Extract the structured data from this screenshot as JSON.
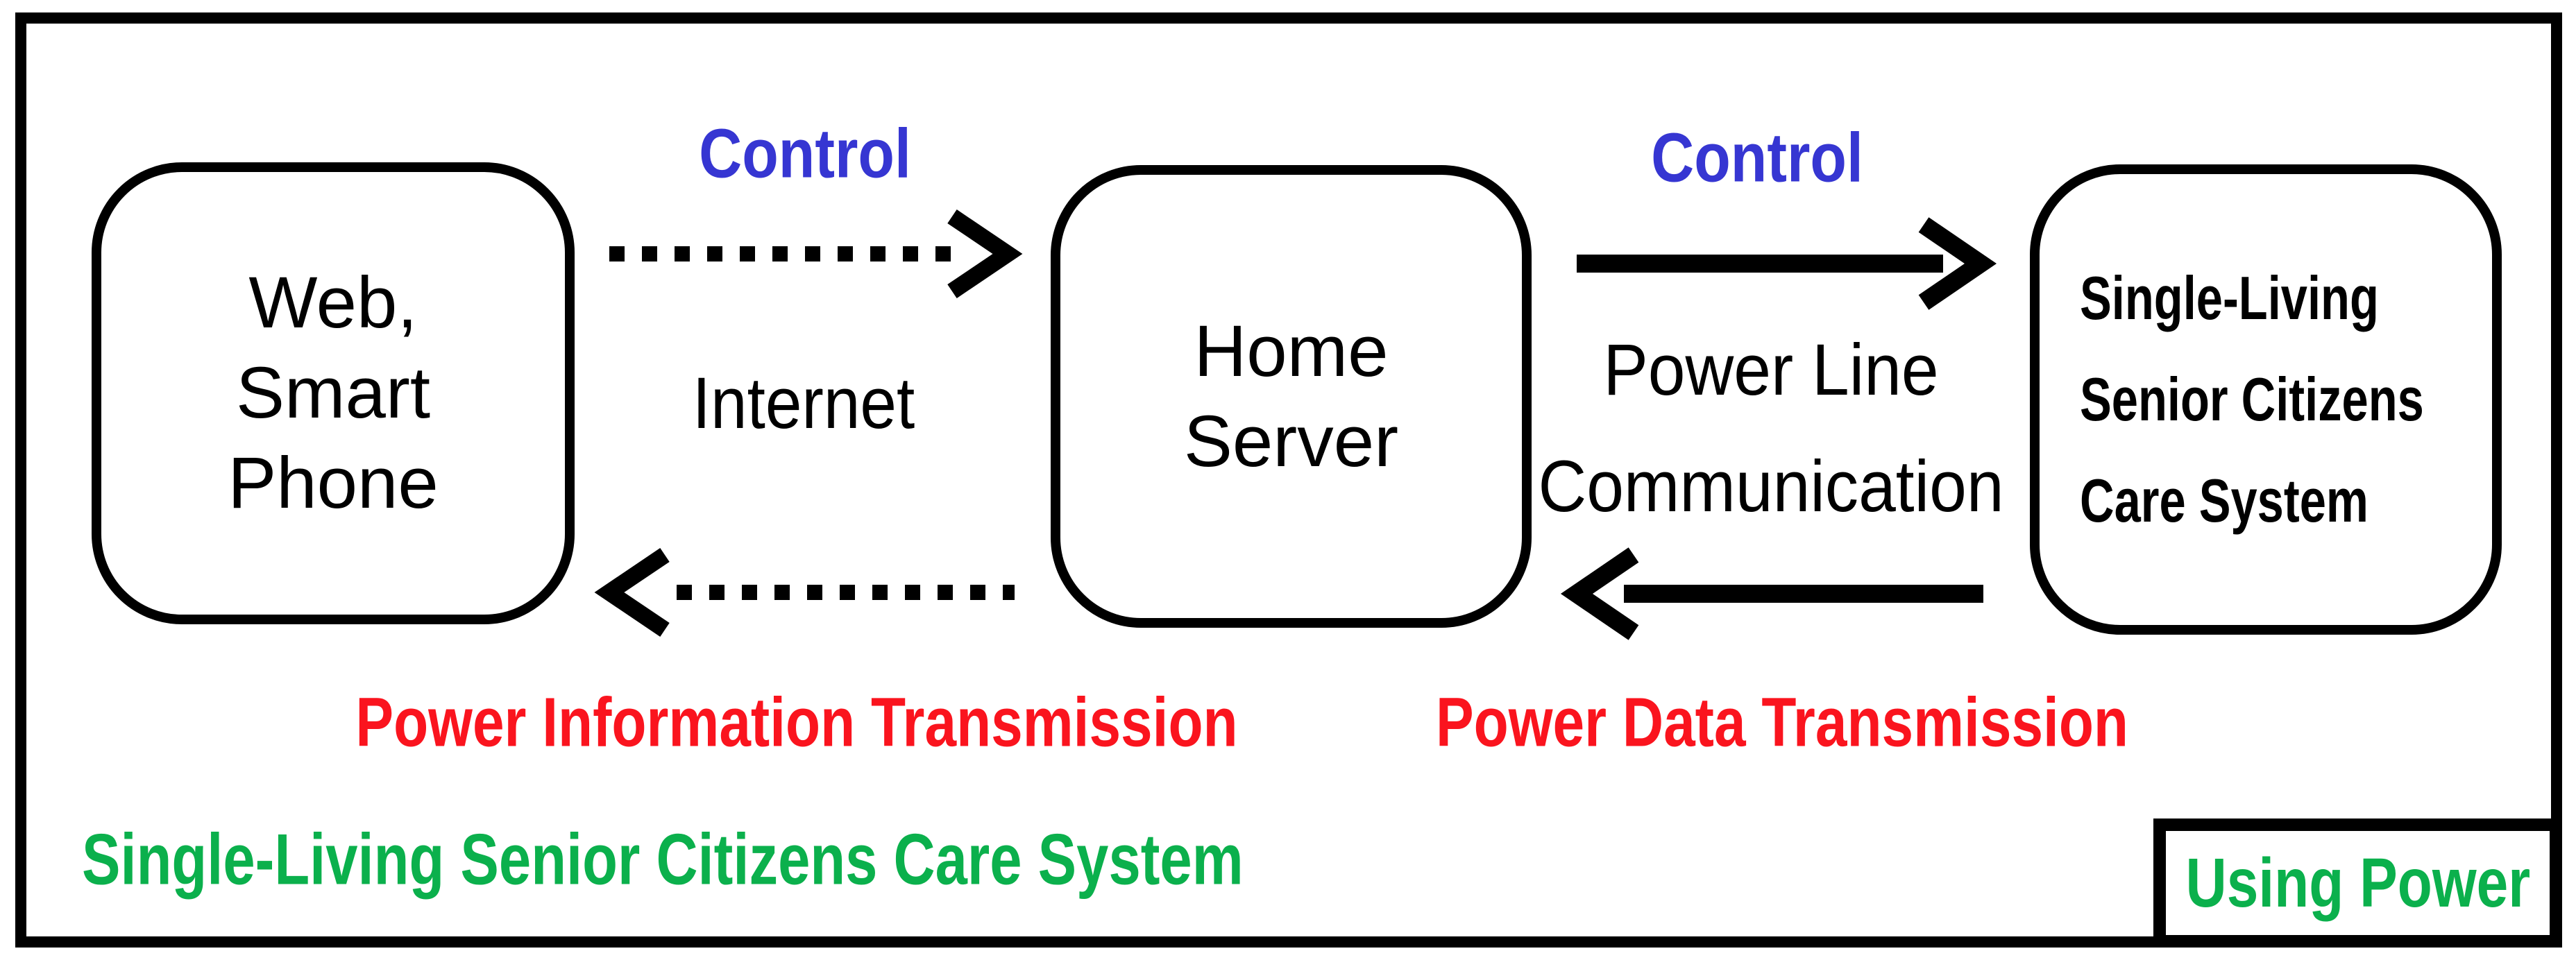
{
  "diagram": {
    "nodes": {
      "client": {
        "lines": [
          "Web,",
          "Smart",
          "Phone"
        ]
      },
      "server": {
        "lines": [
          "Home",
          "Server"
        ]
      },
      "care": {
        "lines": [
          "Single-Living",
          "Senior Citizens",
          "Care System"
        ]
      }
    },
    "labels": {
      "control_left": "Control",
      "control_right": "Control",
      "internet": "Internet",
      "plc_line1": "Power Line",
      "plc_line2": "Communication",
      "power_info": "Power Information Transmission",
      "power_data": "Power Data Transmission",
      "caption": "Single-Living Senior Citizens Care System",
      "using_power": "Using Power"
    },
    "arrows": {
      "control_to_server": "dotted-right",
      "control_to_care": "solid-right",
      "power_info_to_client": "dotted-left",
      "power_data_to_server": "solid-left"
    },
    "colors": {
      "control_blue": "#3636d2",
      "transmission_red": "#fa141e",
      "accent_green": "#0bb04c",
      "line_black": "#000000",
      "background": "#ffffff"
    }
  }
}
